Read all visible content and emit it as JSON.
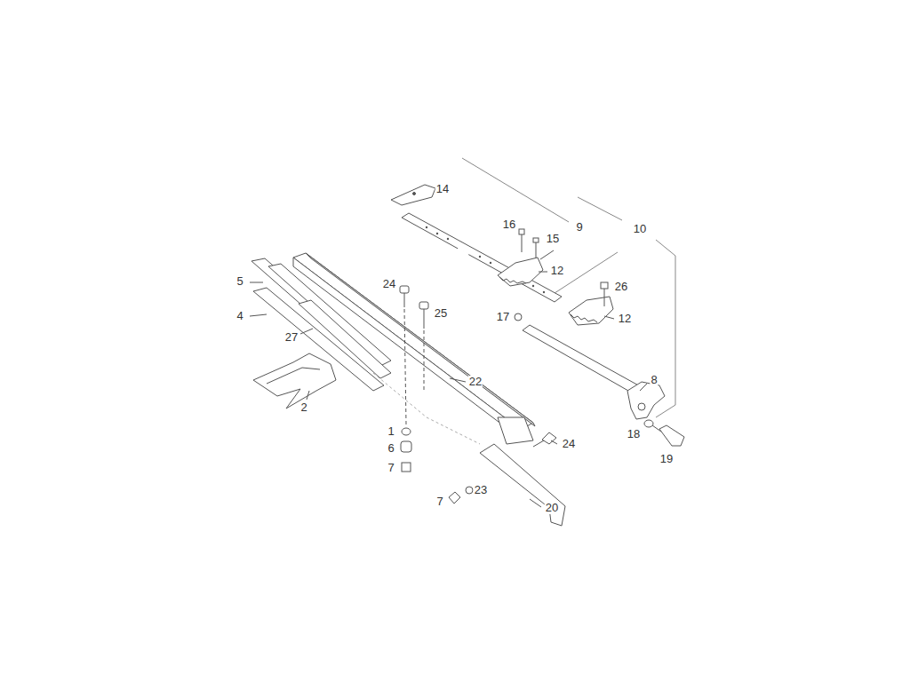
{
  "diagram": {
    "labels": [
      "14",
      "16",
      "9",
      "10",
      "15",
      "12",
      "5",
      "24",
      "26",
      "25",
      "4",
      "17",
      "12",
      "27",
      "8",
      "22",
      "2",
      "1",
      "18",
      "24",
      "6",
      "19",
      "7",
      "23",
      "7",
      "20"
    ]
  }
}
